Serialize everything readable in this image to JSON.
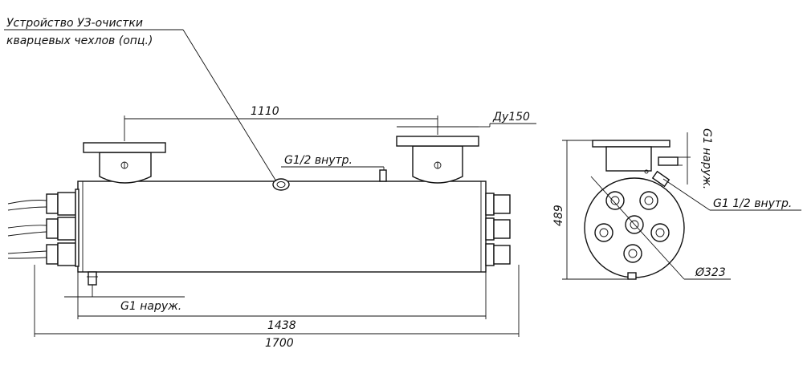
{
  "annotations": {
    "cleaning_device_line1": "Устройство УЗ-очистки",
    "cleaning_device_line2": "кварцевых чехлов (опц.)",
    "flange_spacing": "1110",
    "flange_dn": "Ду150",
    "inner_thread": "G1/2 внутр.",
    "outer_thread_bottom": "G1 наруж.",
    "body_length": "1438",
    "total_length": "1700",
    "height": "489",
    "outer_thread_side": "G1 наруж.",
    "inner_thread_side": "G1 1/2 внутр.",
    "diameter": "Ø323"
  }
}
